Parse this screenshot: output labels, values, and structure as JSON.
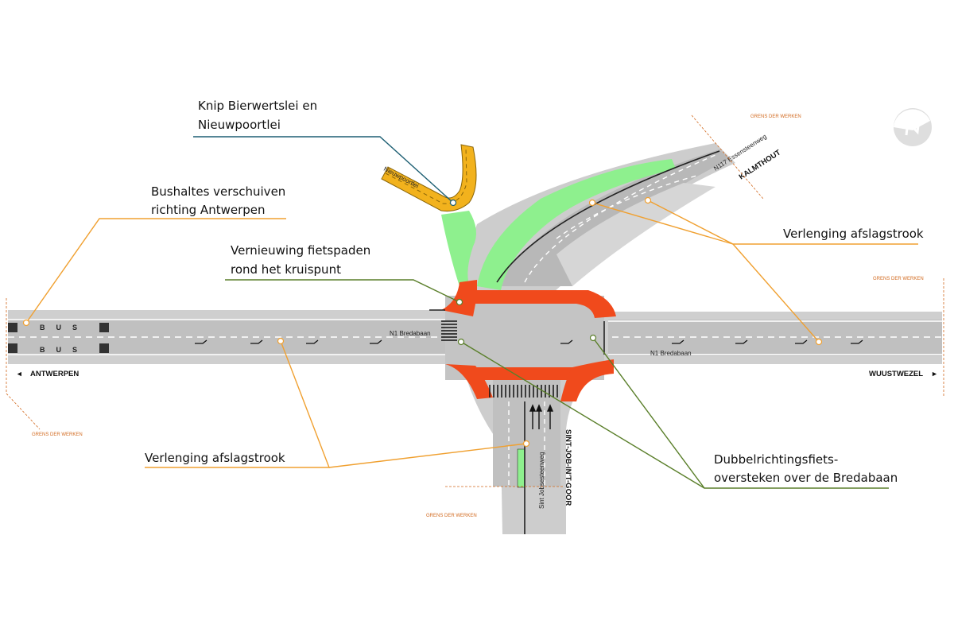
{
  "colors": {
    "road": "#c4c4c4",
    "road_dark": "#a6a6a6",
    "verge": "#dcdcdc",
    "cycle_path_new": "#f04a1c",
    "green_area": "#8ef08e",
    "knip": "#f2b21d",
    "callout_orange": "#f0a030",
    "callout_green": "#5a7f2a",
    "callout_teal": "#1d5f73",
    "grens": "#d2691e"
  },
  "callouts": {
    "knip_line1": "Knip Bierwertslei en",
    "knip_line2": "Nieuwpoortlei",
    "bushaltes_line1": "Bushaltes verschuiven",
    "bushaltes_line2": "richting Antwerpen",
    "fietspaden_line1": "Vernieuwing fietspaden",
    "fietspaden_line2": "rond het kruispunt",
    "afslag_right": "Verlenging afslagstrook",
    "afslag_left": "Verlenging afslagstrook",
    "dubbel_line1": "Dubbelrichtingsfiets-",
    "dubbel_line2": "oversteken over de Bredabaan"
  },
  "roads": {
    "n1_west": "N1 Bredabaan",
    "n1_east": "N1 Bredabaan",
    "n117": "N117 Essensteenweg",
    "nieuwpoortlei": "Nieuwpoortlei",
    "sint_job": "Sint Jobsesteenweg"
  },
  "directions": {
    "antwerpen": "ANTWERPEN",
    "wuustwezel": "WUUSTWEZEL",
    "kalmthout": "KALMTHOUT",
    "sint_job": "SINT-JOB-IN'T-GOOR"
  },
  "grens": {
    "label": "GRENS DER WERKEN"
  },
  "bus_stop": {
    "text_top": "BUS",
    "text_bottom": "BUS"
  },
  "icons": {
    "north_arrow": "north-arrow-icon"
  }
}
